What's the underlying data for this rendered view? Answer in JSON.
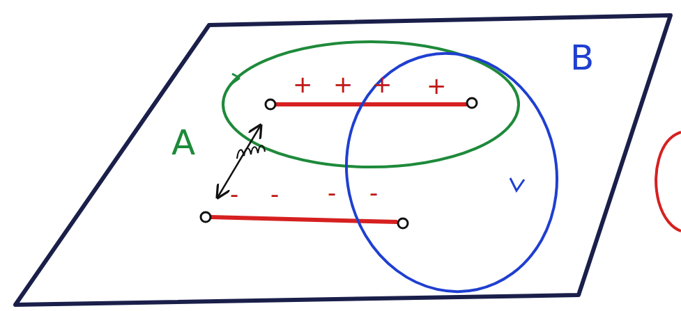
{
  "diagram": {
    "labels": [
      "A",
      "B",
      "+",
      "+",
      "+",
      "+",
      "-",
      "-",
      "-",
      "-"
    ]
  }
}
